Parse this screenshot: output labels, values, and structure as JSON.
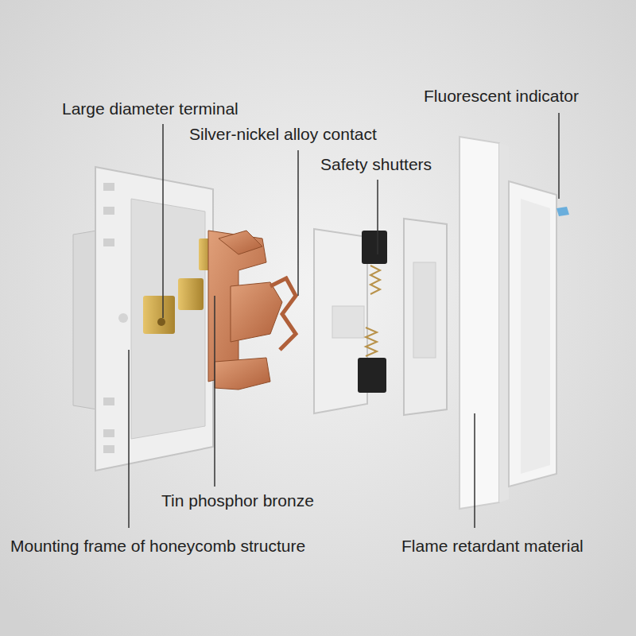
{
  "diagram": {
    "labels": [
      "Large diameter terminal",
      "Silver-nickel alloy contact",
      "Safety shutters",
      "Fluorescent indicator",
      "Tin phosphor bronze",
      "Mounting frame of honeycomb structure",
      "Flame retardant material"
    ]
  }
}
